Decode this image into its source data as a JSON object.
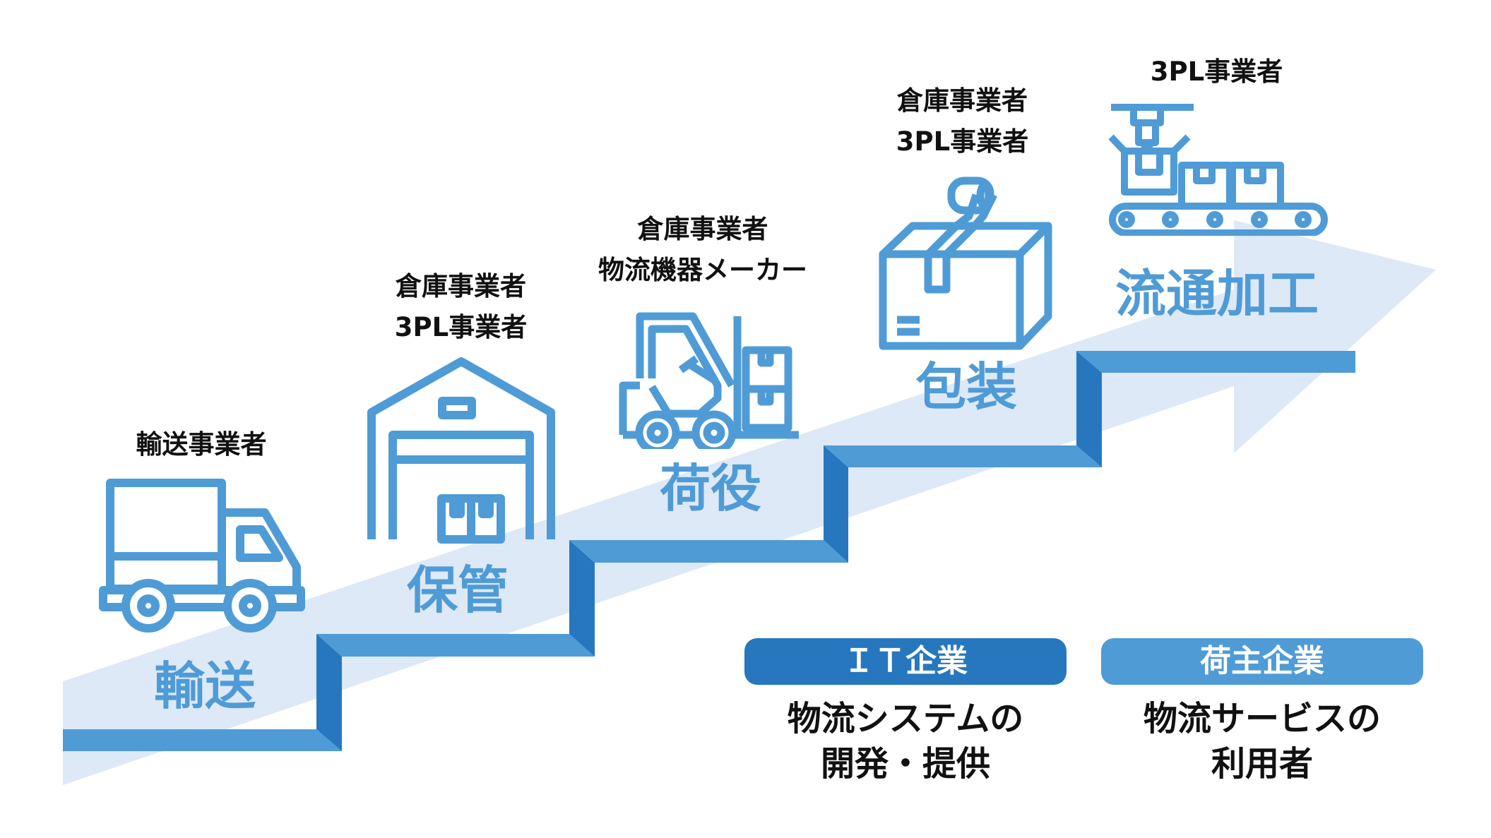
{
  "colors": {
    "arrow_band": "#dde9f7",
    "stair_top": "#4f9bd6",
    "stair_side": "#2777be",
    "icon_stroke": "#4f9bd6",
    "label_text": "#111111",
    "badge_it": "#2777be",
    "badge_shipper": "#4f9bd6"
  },
  "stages": [
    {
      "name": "輸送",
      "icon": "truck-icon",
      "actors": [
        "輸送事業者"
      ]
    },
    {
      "name": "保管",
      "icon": "warehouse-icon",
      "actors": [
        "倉庫事業者",
        "3PL事業者"
      ]
    },
    {
      "name": "荷役",
      "icon": "forklift-icon",
      "actors": [
        "倉庫事業者",
        "物流機器メーカー"
      ]
    },
    {
      "name": "包装",
      "icon": "package-tape-icon",
      "actors": [
        "倉庫事業者",
        "3PL事業者"
      ]
    },
    {
      "name": "流通加工",
      "icon": "conveyor-icon",
      "actors": [
        "3PL事業者"
      ]
    }
  ],
  "legend": [
    {
      "badge": "ＩＴ企業",
      "description": [
        "物流システムの",
        "開発・提供"
      ]
    },
    {
      "badge": "荷主企業",
      "description": [
        "物流サービスの",
        "利用者"
      ]
    }
  ]
}
